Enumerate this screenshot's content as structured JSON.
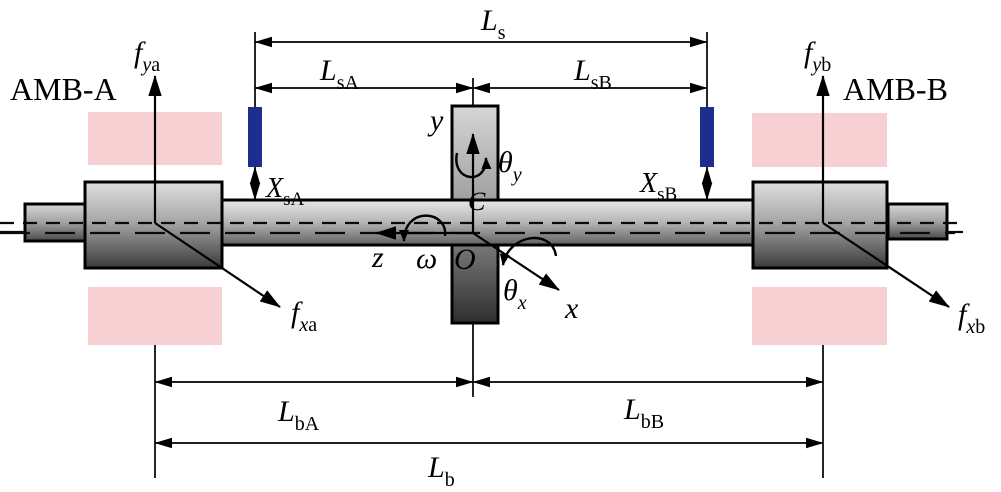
{
  "figure": {
    "left_bearing": "AMB-A",
    "right_bearing": "AMB-B"
  },
  "labels": {
    "f_ya": {
      "main": "f",
      "sub_i": "y",
      "sub_u": "a"
    },
    "f_xa": {
      "main": "f",
      "sub_i": "x",
      "sub_u": "a"
    },
    "f_yb": {
      "main": "f",
      "sub_i": "y",
      "sub_u": "b"
    },
    "f_xb": {
      "main": "f",
      "sub_i": "x",
      "sub_u": "b"
    },
    "L_s": {
      "main": "L",
      "sub_u": "s"
    },
    "L_sA": {
      "main": "L",
      "sub_u": "sA"
    },
    "L_sB": {
      "main": "L",
      "sub_u": "sB"
    },
    "X_sA": {
      "main": "X",
      "sub_u": "sA"
    },
    "X_sB": {
      "main": "X",
      "sub_u": "sB"
    },
    "L_bA": {
      "main": "L",
      "sub_u": "bA"
    },
    "L_bB": {
      "main": "L",
      "sub_u": "bB"
    },
    "L_b": {
      "main": "L",
      "sub_u": "b"
    },
    "theta_y": {
      "main": "θ",
      "sub_i": "y"
    },
    "theta_x": {
      "main": "θ",
      "sub_i": "x"
    },
    "axis_y": "y",
    "axis_x": "x",
    "axis_z": "z",
    "omega": "ω",
    "origin": "O",
    "disk_center": "C"
  },
  "colors": {
    "magnet_pink": "#f7d0d4",
    "sensor_blue": "#1c2e8e",
    "outline": "#000000"
  }
}
